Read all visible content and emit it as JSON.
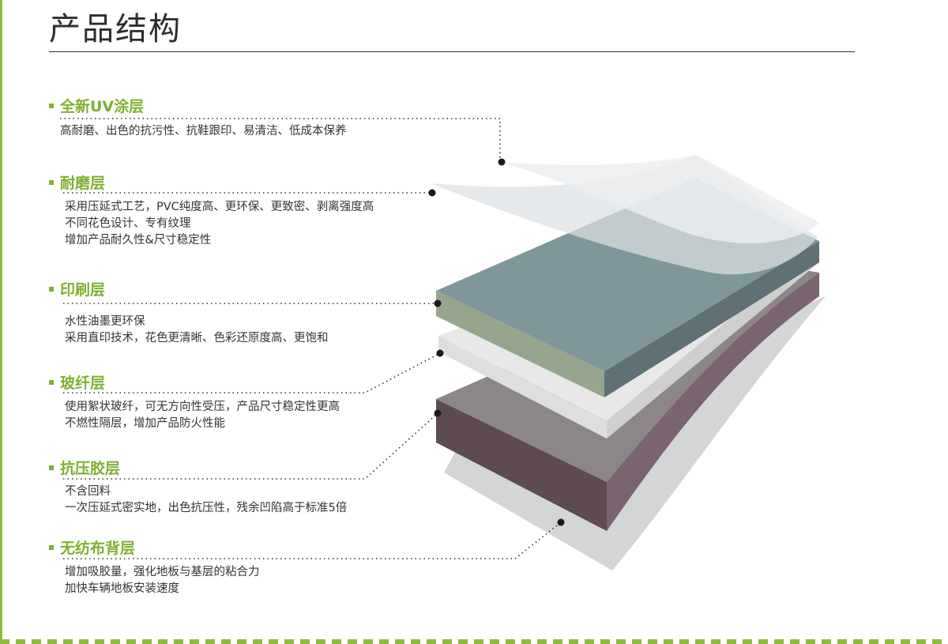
{
  "page": {
    "title": "产品结构"
  },
  "colors": {
    "accent": "#7fb032",
    "uv_coating": "#e4e6e7",
    "wear_layer": "#d9dcde",
    "print_top": "#7f979a",
    "print_front": "#98a58d",
    "print_side": "#5f7174",
    "fiberglass_top": "#e8e8e8",
    "fiberglass_side": "#cfcfcf",
    "adhesive_top": "#8c8688",
    "adhesive_front": "#5e4a52",
    "adhesive_side": "#7a6470",
    "backing": "#d3d5d6"
  },
  "layers": [
    {
      "id": "uv",
      "title": "全新UV涂层",
      "lines": [
        "高耐磨、出色的抗污性、抗鞋跟印、易清洁、低成本保养"
      ]
    },
    {
      "id": "wear",
      "title": "耐磨层",
      "lines": [
        "采用压延式工艺，PVC纯度高、更环保、更致密、剥离强度高",
        "不同花色设计、专有纹理",
        "增加产品耐久性&尺寸稳定性"
      ]
    },
    {
      "id": "print",
      "title": "印刷层",
      "lines": [
        "水性油墨更环保",
        "采用直印技术，花色更清晰、色彩还原度高、更饱和"
      ]
    },
    {
      "id": "fiber",
      "title": "玻纤层",
      "lines": [
        "使用絮状玻纤，可无方向性受压，产品尺寸稳定性更高",
        "不燃性隔层，增加产品防火性能"
      ]
    },
    {
      "id": "adhesive",
      "title": "抗压胶层",
      "lines": [
        "不含回料",
        "一次压延式密实地，出色抗压性，残余凹陷高于标准5倍"
      ]
    },
    {
      "id": "backing",
      "title": "无纺布背层",
      "lines": [
        "增加吸胶量，强化地板与基层的粘合力",
        "加快车辆地板安装速度"
      ]
    }
  ]
}
